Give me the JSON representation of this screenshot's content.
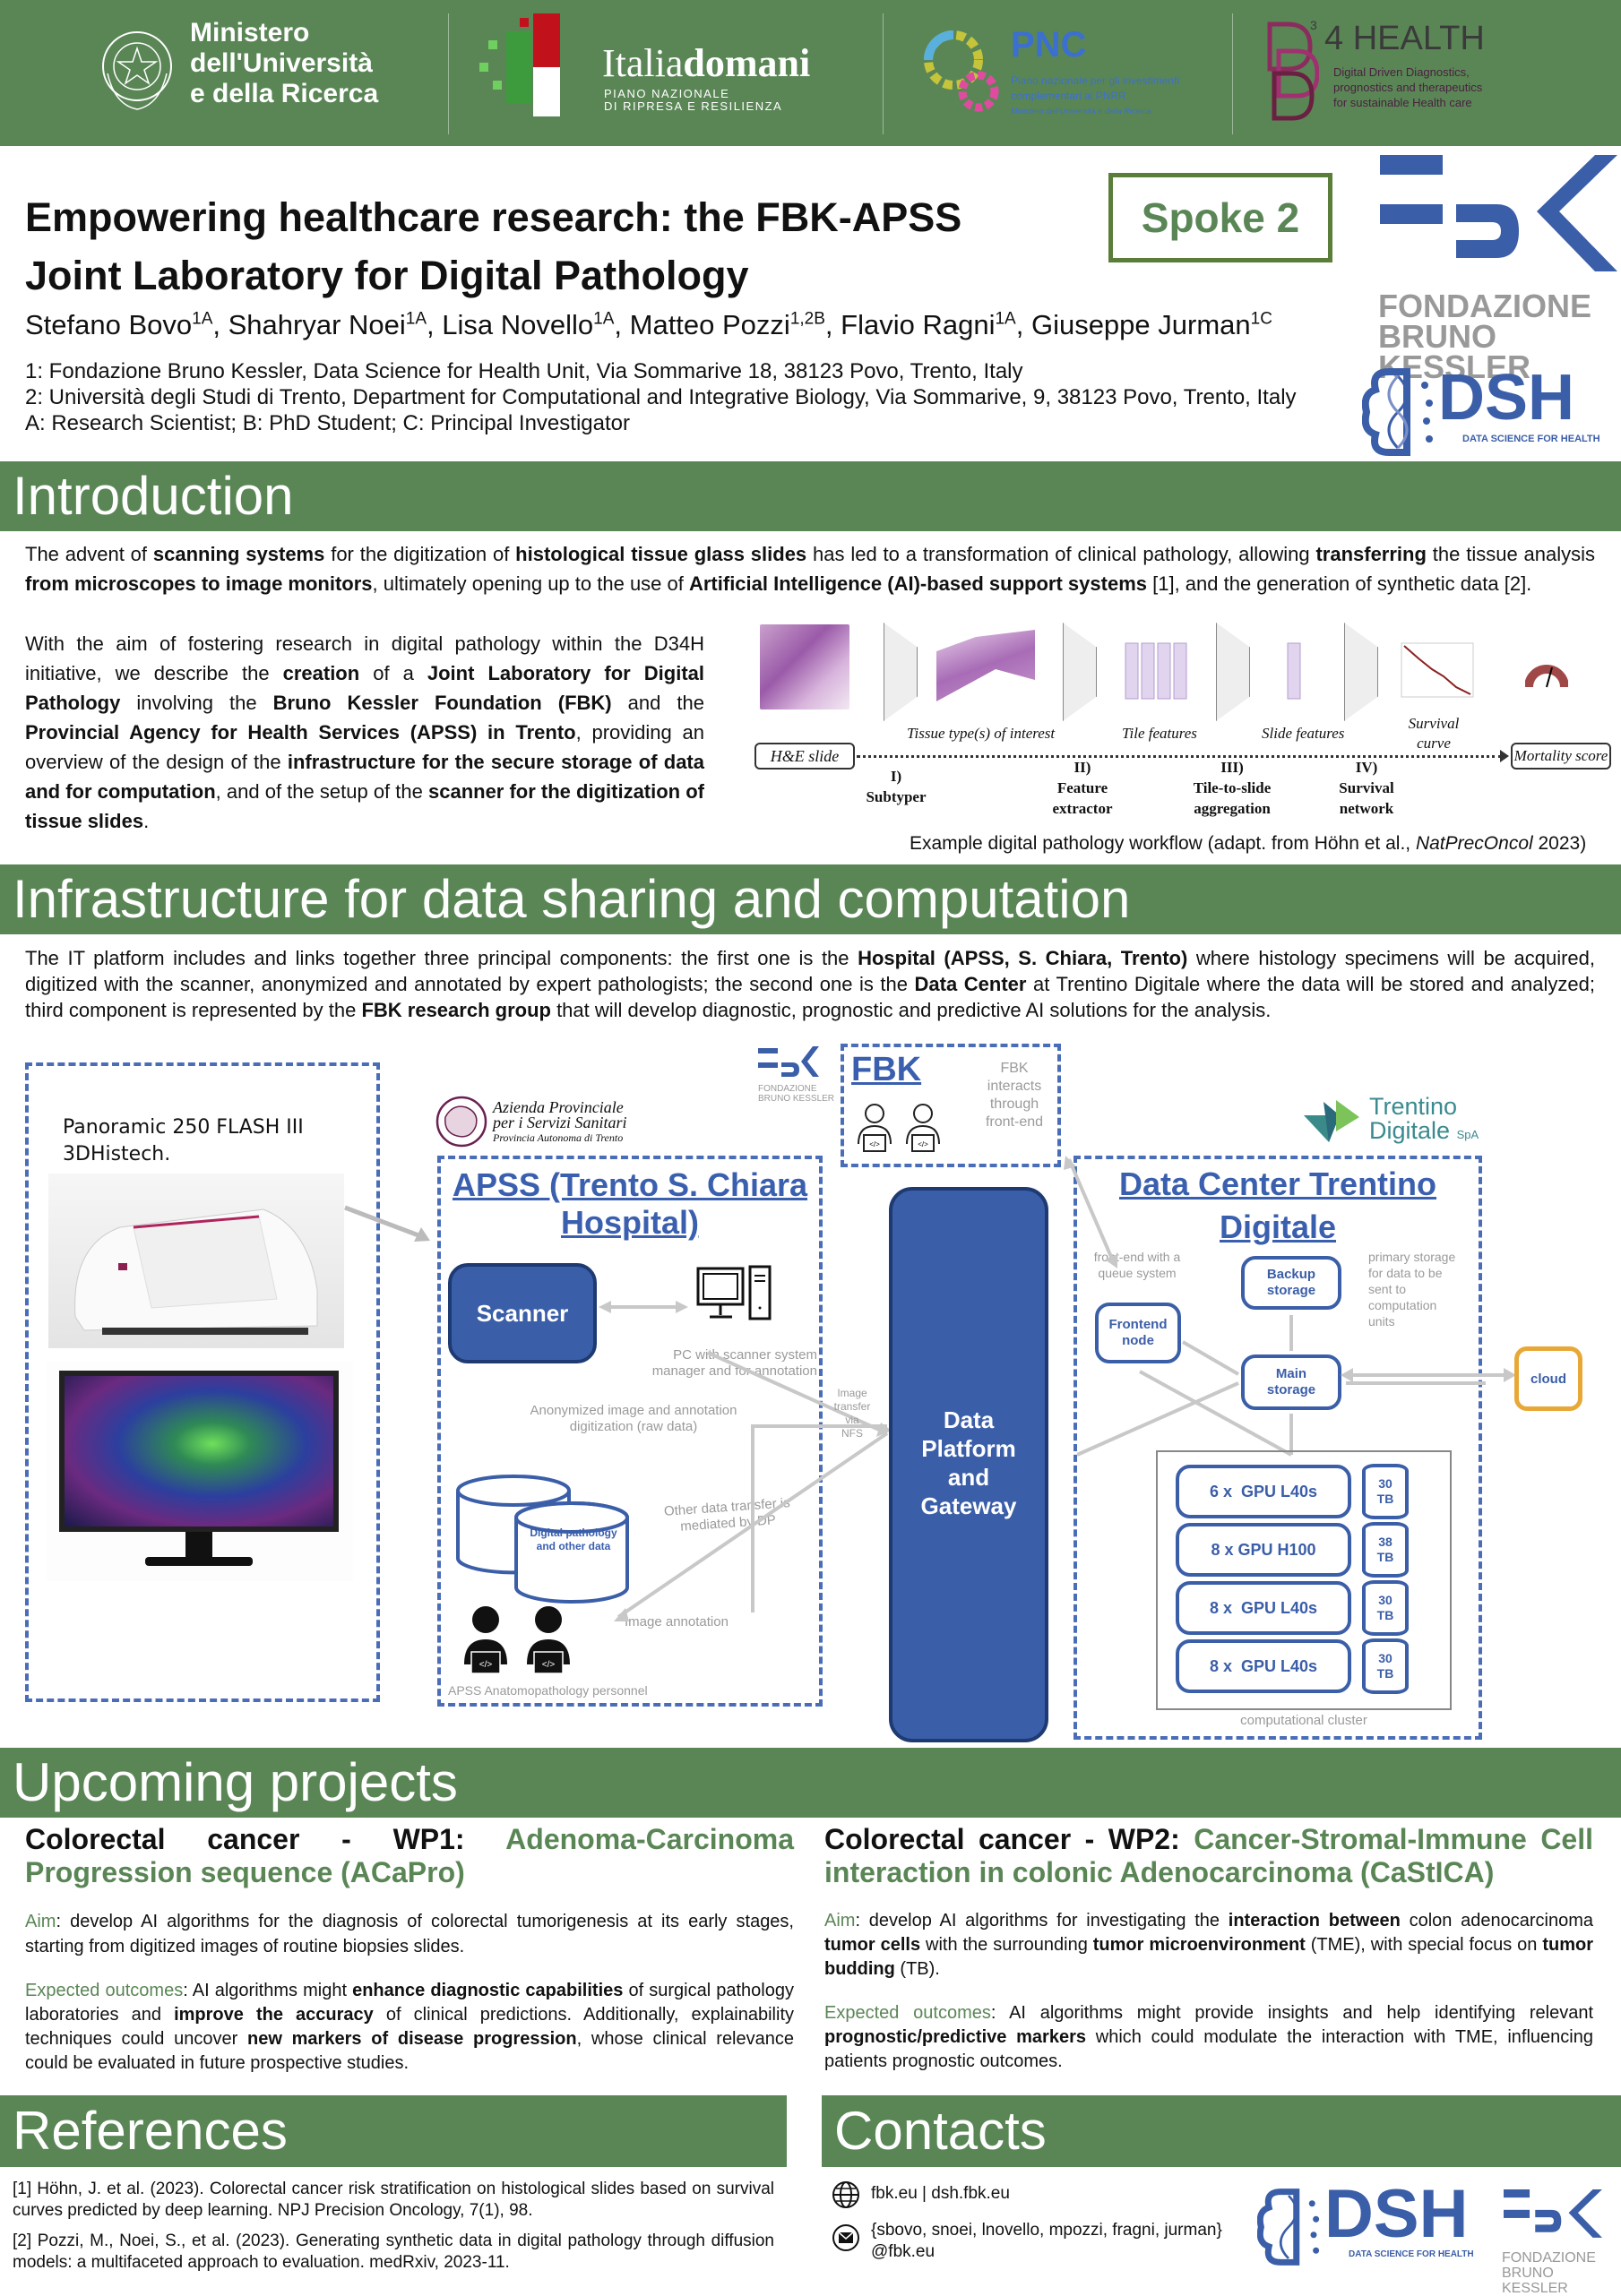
{
  "header": {
    "logos": {
      "mur": {
        "lines": [
          "Ministero",
          "dell'Università",
          "e della Ricerca"
        ]
      },
      "italiadomani": {
        "name_light": "Italia",
        "name_bold": "domani",
        "sub1": "PIANO NAZIONALE",
        "sub2": "DI RIPRESA E RESILIENZA"
      },
      "pnc": {
        "name": "PNC",
        "sub1": "Piano nazionale per gli investimenti",
        "sub2": "complementari al PNRR",
        "sub3": "Ministero dell'Università e della Ricerca"
      },
      "d34health": {
        "sup": "3",
        "name": "4 HEALTH",
        "sub1": "Digital Driven Diagnostics,",
        "sub2": "prognostics and therapeutics",
        "sub3": "for sustainable Health care"
      }
    },
    "colors": {
      "header_green": "#5a8656",
      "accent_blue": "#3b5ea8",
      "cloud_orange": "#e8a838"
    }
  },
  "title": {
    "line1": "Empowering healthcare research: the FBK-APSS",
    "line2": "Joint Laboratory for Digital Pathology",
    "spoke": "Spoke 2",
    "authors": [
      {
        "name": "Stefano Bovo",
        "sup": "1A"
      },
      {
        "name": "Shahryar Noei",
        "sup": "1A"
      },
      {
        "name": "Lisa Novello",
        "sup": "1A"
      },
      {
        "name": "Matteo Pozzi",
        "sup": "1,2B"
      },
      {
        "name": "Flavio Ragni",
        "sup": "1A"
      },
      {
        "name": "Giuseppe Jurman",
        "sup": "1C"
      }
    ],
    "affiliations": [
      "1: Fondazione Bruno Kessler, Data Science for Health Unit, Via Sommarive 18, 38123 Povo, Trento, Italy",
      "2: Università degli Studi di Trento, Department for Computational and Integrative Biology, Via Sommarive, 9, 38123 Povo, Trento, Italy",
      "A: Research Scientist; B: PhD Student; C: Principal Investigator"
    ],
    "fbk_logo": {
      "line1": "FONDAZIONE",
      "line2": "BRUNO KESSLER"
    },
    "dsh_logo": {
      "name": "DSH",
      "sub": "DATA SCIENCE FOR HEALTH"
    }
  },
  "introduction": {
    "heading": "Introduction",
    "p1": [
      {
        "t": "The advent of "
      },
      {
        "b": "scanning systems"
      },
      {
        "t": " for the digitization of "
      },
      {
        "b": "histological tissue glass slides"
      },
      {
        "t": " has led to a transformation of clinical pathology, allowing "
      },
      {
        "b": "transferring"
      },
      {
        "t": " the tissue analysis "
      },
      {
        "b": "from microscopes to image monitors"
      },
      {
        "t": ", ultimately opening up to the use of "
      },
      {
        "b": "Artificial Intelligence (AI)-based support systems"
      },
      {
        "t": " [1], and the generation of synthetic data [2]."
      }
    ],
    "p2": [
      {
        "t": "With the aim of fostering research in digital pathology within the D34H initiative, we describe the "
      },
      {
        "b": "creation"
      },
      {
        "t": " of a "
      },
      {
        "b": "Joint Laboratory for Digital Pathology"
      },
      {
        "t": " involving the "
      },
      {
        "b": "Bruno Kessler Foundation (FBK)"
      },
      {
        "t": " and the "
      },
      {
        "b": "Provincial Agency for Health Services (APSS) in Trento"
      },
      {
        "t": ", providing an overview of the design of the "
      },
      {
        "b": "infrastructure for the secure storage of data and for computation"
      },
      {
        "t": ", and of the setup of the "
      },
      {
        "b": "scanner for the digitization of tissue slides"
      },
      {
        "t": "."
      }
    ],
    "workflow": {
      "start": "H&E slide",
      "end": "Mortality score",
      "artifacts": [
        "Tissue type(s) of interest",
        "Tile features",
        "Slide features",
        "Survival curve"
      ],
      "steps": [
        {
          "num": "I)",
          "label": "Subtyper"
        },
        {
          "num": "II)",
          "label": "Feature extractor"
        },
        {
          "num": "III)",
          "label": "Tile-to-slide aggregation"
        },
        {
          "num": "IV)",
          "label": "Survival network"
        }
      ],
      "caption_pre": "Example digital pathology workflow (adapt. from Höhn et al., ",
      "caption_journal": "NatPrecOncol",
      "caption_post": " 2023)"
    }
  },
  "infrastructure": {
    "heading": "Infrastructure for data sharing and computation",
    "p": [
      {
        "t": "The IT platform includes and links together three principal components: the first one is the "
      },
      {
        "b": "Hospital (APSS, S. Chiara, Trento)"
      },
      {
        "t": " where histology specimens will be acquired, digitized with the scanner, anonymized and annotated by expert pathologists; the second one is the "
      },
      {
        "b": "Data Center"
      },
      {
        "t": " at Trentino Digitale where the data will be stored and analyzed; third component is represented by the "
      },
      {
        "b": "FBK research group"
      },
      {
        "t": " that will develop diagnostic, prognostic and predictive AI solutions for the analysis."
      }
    ],
    "diagram": {
      "scanner_panel": {
        "title_line1": "Panoramic 250 FLASH III",
        "title_line2": "3DHistech."
      },
      "apss_logo": {
        "line1": "Azienda Provinciale",
        "line2": "per i Servizi Sanitari",
        "line3": "Provincia Autonoma di Trento"
      },
      "apss": {
        "title_line1": "APSS (Trento S. Chiara",
        "title_line2": "Hospital)",
        "scanner": "Scanner",
        "pc_label_1": "PC with scanner system",
        "pc_label_2": "manager and for annotation",
        "anon_1": "Anonymized image and annotation",
        "anon_2": "digitization (raw data)",
        "db_label": "Digital pathology and other data",
        "other_transfer_1": "Other data transfer is",
        "other_transfer_2": "mediated by DP",
        "image_annotation": "Image annotation",
        "personnel": "APSS Anatomopathology personnel"
      },
      "fbk": {
        "title": "FBK",
        "logo_1": "FONDAZIONE",
        "logo_2": "BRUNO KESSLER",
        "note": [
          "FBK",
          "interacts",
          "through",
          "front-end"
        ]
      },
      "nfs_label": [
        "Image",
        "transfer via",
        "NFS"
      ],
      "platform": [
        "Data",
        "Platform",
        "and",
        "Gateway"
      ],
      "trentino_logo": {
        "line1": "Trentino",
        "line2": "Digitale",
        "suffix": "SpA"
      },
      "datacenter": {
        "title_line1": "Data Center Trentino",
        "title_line2": "Digitale",
        "frontend_note": [
          "front-end with a",
          "queue system"
        ],
        "frontend": [
          "Frontend",
          "node"
        ],
        "backup": [
          "Backup",
          "storage"
        ],
        "primary_note": [
          "primary storage",
          "for data to be",
          "sent to",
          "computation",
          "units"
        ],
        "main": [
          "Main",
          "storage"
        ],
        "cloud": "cloud",
        "cluster_label": "computational cluster",
        "nodes": [
          {
            "gpu": "6 x  GPU L40s",
            "storage_num": "30",
            "storage_unit": "TB"
          },
          {
            "gpu": "8 x GPU H100",
            "storage_num": "38",
            "storage_unit": "TB"
          },
          {
            "gpu": "8 x  GPU L40s",
            "storage_num": "30",
            "storage_unit": "TB"
          },
          {
            "gpu": "8 x  GPU L40s",
            "storage_num": "30",
            "storage_unit": "TB"
          }
        ]
      }
    }
  },
  "projects": {
    "heading": "Upcoming projects",
    "wp1": {
      "prefix": "Colorectal cancer - WP1: ",
      "title": "Adenoma-Carcinoma Progression sequence (ACaPro)",
      "aim_label": "Aim",
      "aim": [
        {
          "t": ": develop AI algorithms for the diagnosis of colorectal tumorigenesis at its early stages, starting from digitized images of routine biopsies slides."
        }
      ],
      "out_label": "Expected outcomes",
      "outcomes": [
        {
          "t": ": AI algorithms might "
        },
        {
          "b": "enhance diagnostic capabilities"
        },
        {
          "t": " of surgical pathology laboratories and "
        },
        {
          "b": "improve the accuracy"
        },
        {
          "t": " of clinical predictions. Additionally, explainability techniques could uncover "
        },
        {
          "b": "new markers of disease progression"
        },
        {
          "t": ", whose clinical relevance could be evaluated in future prospective studies."
        }
      ]
    },
    "wp2": {
      "prefix": "Colorectal cancer - WP2: ",
      "title": "Cancer-Stromal-Immune Cell interaction in colonic Adenocarcinoma (CaStICA)",
      "aim_label": "Aim",
      "aim": [
        {
          "t": ": develop AI algorithms for investigating the "
        },
        {
          "b": "interaction between"
        },
        {
          "t": " colon adenocarcinoma "
        },
        {
          "b": "tumor cells"
        },
        {
          "t": " with the surrounding "
        },
        {
          "b": "tumor microenvironment"
        },
        {
          "t": " (TME), with special focus on "
        },
        {
          "b": "tumor budding"
        },
        {
          "t": " (TB)."
        }
      ],
      "out_label": "Expected outcomes",
      "outcomes": [
        {
          "t": ": AI algorithms might provide insights and help identifying relevant "
        },
        {
          "b": "prognostic/predictive markers"
        },
        {
          "t": " which could modulate the interaction with TME, influencing patients prognostic outcomes."
        }
      ]
    }
  },
  "references": {
    "heading": "References",
    "items": [
      "[1] Höhn, J. et al. (2023). Colorectal cancer risk stratification on histological slides based on survival curves predicted by deep learning. NPJ Precision Oncology, 7(1), 98.",
      "[2] Pozzi, M., Noei, S., et al. (2023). Generating synthetic data in digital pathology through diffusion models: a multifaceted approach to evaluation. medRxiv, 2023-11."
    ]
  },
  "contacts": {
    "heading": "Contacts",
    "web": "fbk.eu  |  dsh.fbk.eu",
    "email_line1": "{sbovo, snoei, lnovello, mpozzi, fragni, jurman}",
    "email_line2": "@fbk.eu",
    "dsh_name": "DSH",
    "dsh_sub": "DATA SCIENCE FOR HEALTH",
    "fbk_1": "FONDAZIONE",
    "fbk_2": "BRUNO KESSLER"
  }
}
